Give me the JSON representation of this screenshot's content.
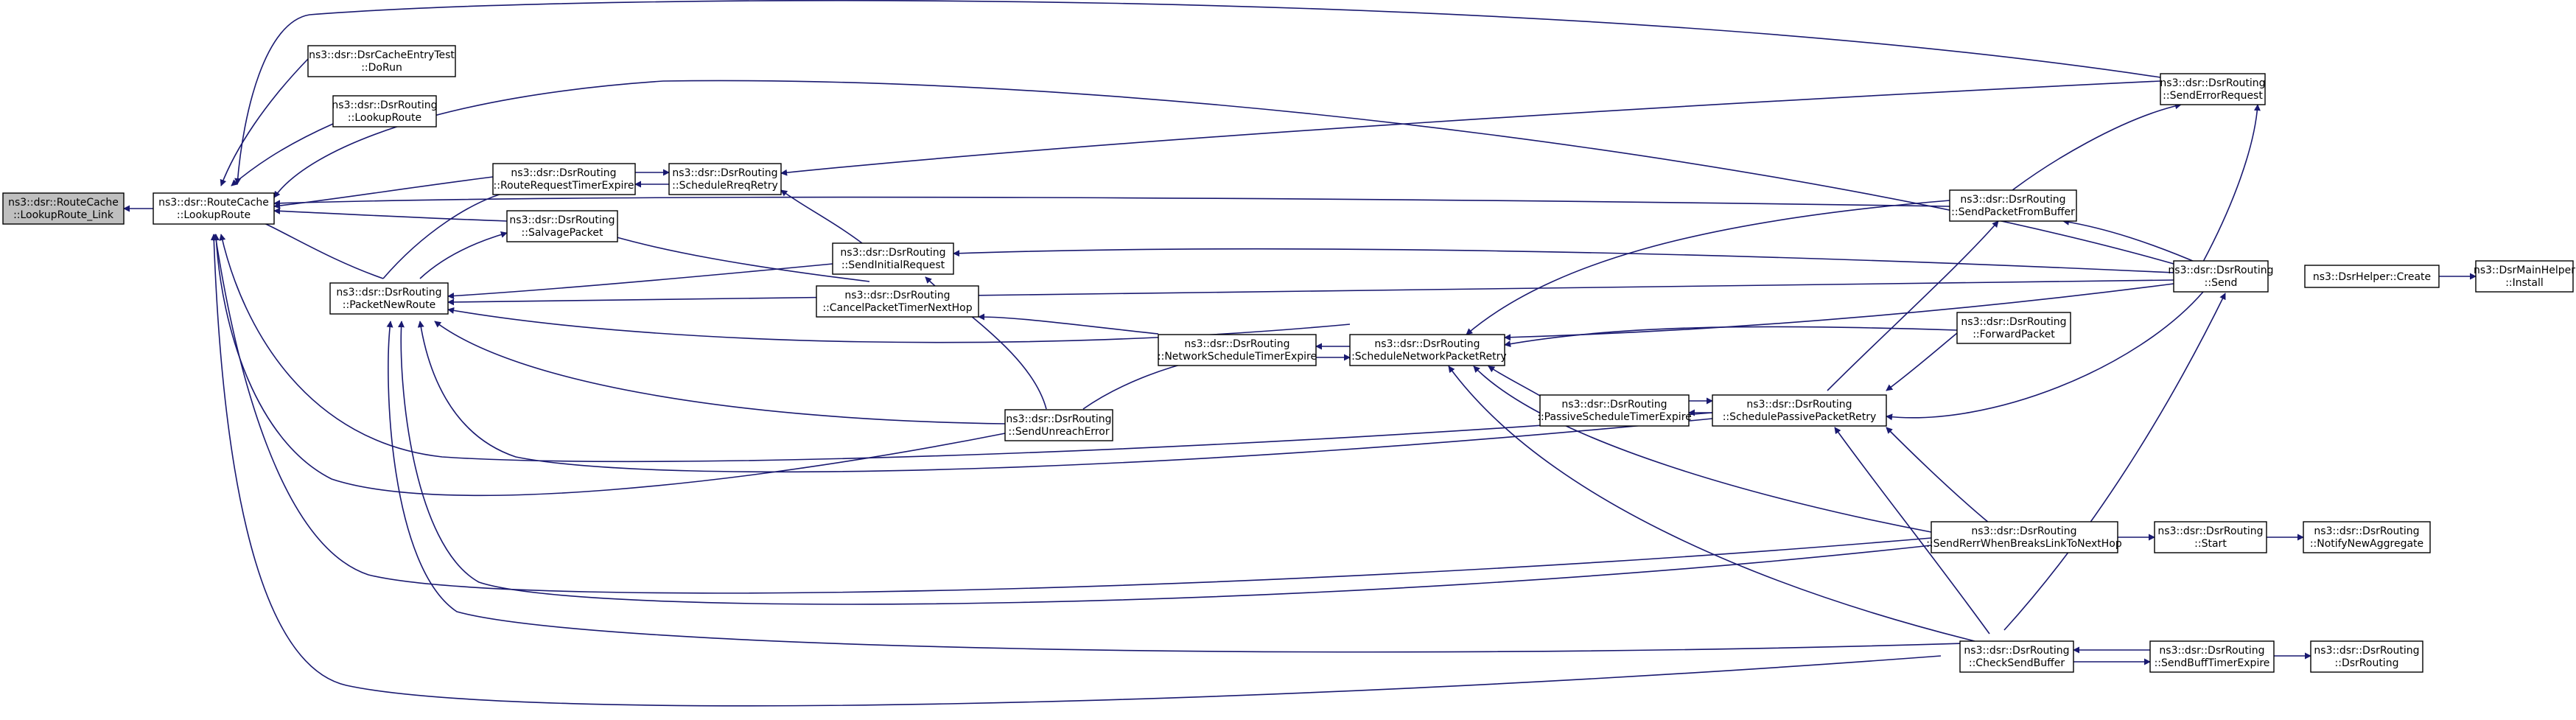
{
  "colors": {
    "edge": "#191970",
    "node_border": "#000000",
    "root_fill": "#bfbfbf",
    "node_fill": "#ffffff"
  },
  "nodes": {
    "n_root": {
      "line1": "ns3::dsr::RouteCache",
      "line2": "::LookupRoute_Link",
      "highlighted": true
    },
    "n_lr": {
      "line1": "ns3::dsr::RouteCache",
      "line2": "::LookupRoute"
    },
    "n_test": {
      "line1": "ns3::dsr::DsrCacheEntryTest",
      "line2": "::DoRun"
    },
    "n_dlr": {
      "line1": "ns3::dsr::DsrRouting",
      "line2": "::LookupRoute"
    },
    "n_rrte": {
      "line1": "ns3::dsr::DsrRouting",
      "line2": "::RouteRequestTimerExpire"
    },
    "n_srr": {
      "line1": "ns3::dsr::DsrRouting",
      "line2": "::ScheduleRreqRetry"
    },
    "n_salv": {
      "line1": "ns3::dsr::DsrRouting",
      "line2": "::SalvagePacket"
    },
    "n_pnr": {
      "line1": "ns3::dsr::DsrRouting",
      "line2": "::PacketNewRoute"
    },
    "n_sir": {
      "line1": "ns3::dsr::DsrRouting",
      "line2": "::SendInitialRequest"
    },
    "n_cptnh": {
      "line1": "ns3::dsr::DsrRouting",
      "line2": "::CancelPacketTimerNextHop"
    },
    "n_nste": {
      "line1": "ns3::dsr::DsrRouting",
      "line2": "::NetworkScheduleTimerExpire"
    },
    "n_snpr": {
      "line1": "ns3::dsr::DsrRouting",
      "line2": "::ScheduleNetworkPacketRetry"
    },
    "n_sue": {
      "line1": "ns3::dsr::DsrRouting",
      "line2": "::SendUnreachError"
    },
    "n_pste": {
      "line1": "ns3::dsr::DsrRouting",
      "line2": "::PassiveScheduleTimerExpire"
    },
    "n_sppr": {
      "line1": "ns3::dsr::DsrRouting",
      "line2": "::SchedulePassivePacketRetry"
    },
    "n_ser": {
      "line1": "ns3::dsr::DsrRouting",
      "line2": "::SendErrorRequest"
    },
    "n_spfb": {
      "line1": "ns3::dsr::DsrRouting",
      "line2": "::SendPacketFromBuffer"
    },
    "n_send": {
      "line1": "ns3::dsr::DsrRouting",
      "line2": "::Send"
    },
    "n_fwd": {
      "line1": "ns3::dsr::DsrRouting",
      "line2": "::ForwardPacket"
    },
    "n_srwb": {
      "line1": "ns3::dsr::DsrRouting",
      "line2": "::SendRerrWhenBreaksLinkToNextHop"
    },
    "n_csb": {
      "line1": "ns3::dsr::DsrRouting",
      "line2": "::CheckSendBuffer"
    },
    "n_start": {
      "line1": "ns3::dsr::DsrRouting",
      "line2": "::Start"
    },
    "n_sbte": {
      "line1": "ns3::dsr::DsrRouting",
      "line2": "::SendBuffTimerExpire"
    },
    "n_hc": {
      "line1": "ns3::DsrHelper::Create"
    },
    "n_mhi": {
      "line1": "ns3::DsrMainHelper",
      "line2": "::Install"
    },
    "n_nna": {
      "line1": "ns3::dsr::DsrRouting",
      "line2": "::NotifyNewAggregate"
    },
    "n_ctor": {
      "line1": "ns3::dsr::DsrRouting",
      "line2": "::DsrRouting"
    }
  }
}
